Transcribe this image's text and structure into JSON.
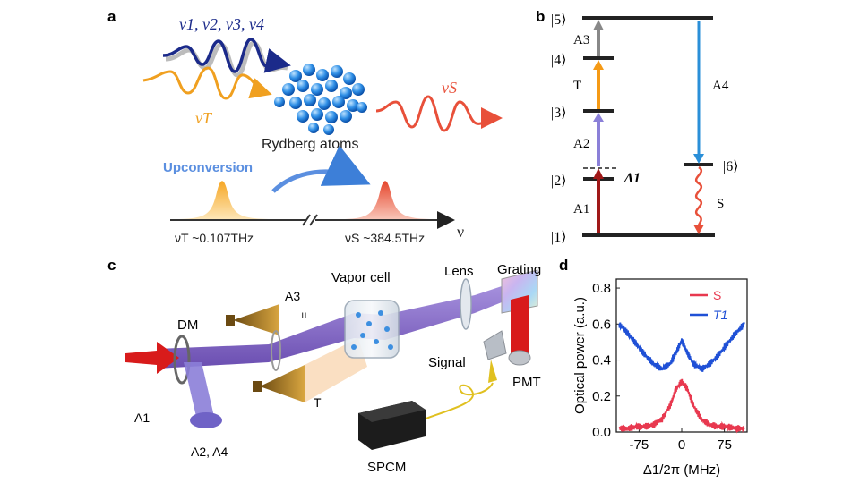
{
  "panels": {
    "a": {
      "label": "a",
      "probe_label": "ν1, ν2, ν3, ν4",
      "thz_label": "νT",
      "signal_label": "νS",
      "atoms_label": "Rydberg atoms",
      "process_label": "Upconversion",
      "freq_t": "νT ~0.107THz",
      "freq_s": "νS ~384.5THz",
      "axis_symbol": "ν"
    },
    "b": {
      "label": "b",
      "levels": [
        "|5⟩",
        "|4⟩",
        "|3⟩",
        "|2⟩",
        "|1⟩",
        "|6⟩"
      ],
      "transitions": {
        "a1": "A1",
        "a2": "A2",
        "a3": "A3",
        "t": "T",
        "a4": "A4",
        "s": "S"
      },
      "detuning": "Δ1"
    },
    "c": {
      "label": "c",
      "vapor_cell": "Vapor cell",
      "lens": "Lens",
      "grating": "Grating",
      "dm": "DM",
      "a3": "A3",
      "a1": "A1",
      "a24": "A2, A4",
      "t": "T",
      "signal": "Signal",
      "pmt": "PMT",
      "spcm": "SPCM"
    },
    "d": {
      "label": "d"
    }
  },
  "chart_data": {
    "type": "line",
    "ylabel": "Optical power (a.u.)",
    "xlabel": "Δ1/2π (MHz)",
    "xlim": [
      -115,
      115
    ],
    "ylim": [
      0,
      0.85
    ],
    "xticks": [
      -75,
      0,
      75
    ],
    "yticks": [
      0,
      0.2,
      0.4,
      0.6,
      0.8
    ],
    "legend_position": "top-right",
    "series": [
      {
        "name": "S",
        "color": "#e8384f",
        "x": [
          -110,
          -95,
          -80,
          -65,
          -50,
          -35,
          -20,
          -10,
          0,
          10,
          20,
          35,
          50,
          65,
          80,
          95,
          110
        ],
        "y": [
          0.02,
          0.02,
          0.03,
          0.03,
          0.04,
          0.07,
          0.15,
          0.24,
          0.28,
          0.24,
          0.15,
          0.07,
          0.04,
          0.03,
          0.03,
          0.02,
          0.02
        ]
      },
      {
        "name": "T1",
        "color": "#1f50d6",
        "x": [
          -110,
          -95,
          -80,
          -65,
          -50,
          -35,
          -20,
          -10,
          0,
          10,
          20,
          35,
          50,
          65,
          80,
          95,
          110
        ],
        "y": [
          0.6,
          0.55,
          0.49,
          0.43,
          0.38,
          0.35,
          0.38,
          0.44,
          0.51,
          0.44,
          0.38,
          0.35,
          0.38,
          0.43,
          0.49,
          0.55,
          0.6
        ]
      }
    ]
  }
}
